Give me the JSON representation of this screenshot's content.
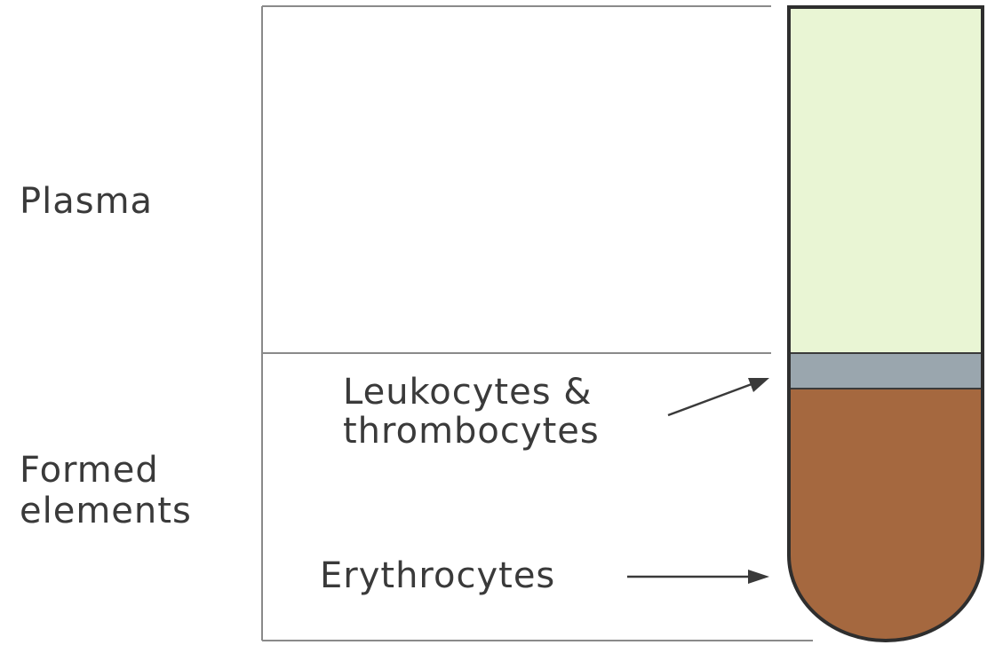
{
  "labels": {
    "plasma": "Plasma",
    "formed_line1": "Formed",
    "formed_line2": "elements",
    "leuko_line1": "Leukocytes &",
    "leuko_line2": "thrombocytes",
    "erythrocytes": "Erythrocytes"
  },
  "colors": {
    "plasma": "#e9f5d4",
    "buffy_coat": "#9aa6ae",
    "erythrocytes": "#a5683f",
    "outline": "#3a3a3a",
    "frame": "#8a8a8a"
  }
}
